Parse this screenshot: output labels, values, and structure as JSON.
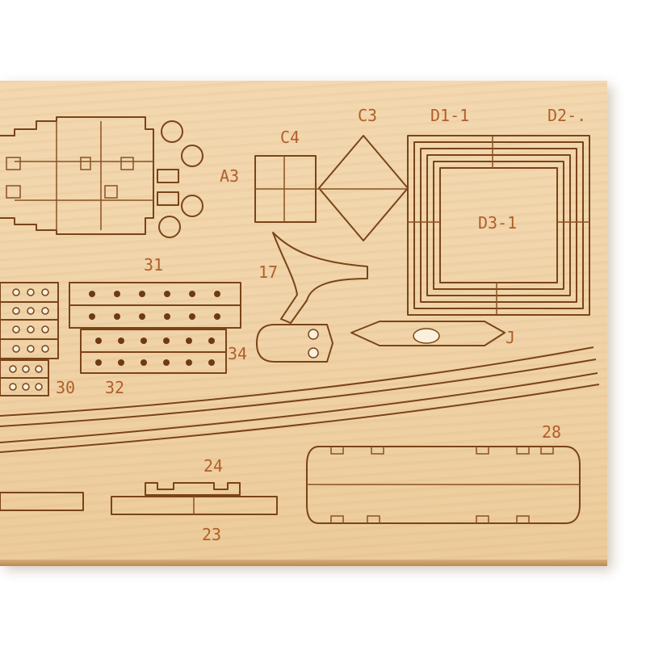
{
  "labels": {
    "c3": "C3",
    "c4": "C4",
    "d1_1": "D1-1",
    "d2": "D2-.",
    "a3": "A3",
    "d3_1": "D3-1",
    "p31": "31",
    "p17": "17",
    "j": "J",
    "p34": "34",
    "p30": "30",
    "p32": "32",
    "p28": "28",
    "p24": "24",
    "p23": "23"
  },
  "colors": {
    "wood": "#f0d3a8",
    "cut_line": "#7a4418",
    "label_ink": "#b05f2a"
  }
}
